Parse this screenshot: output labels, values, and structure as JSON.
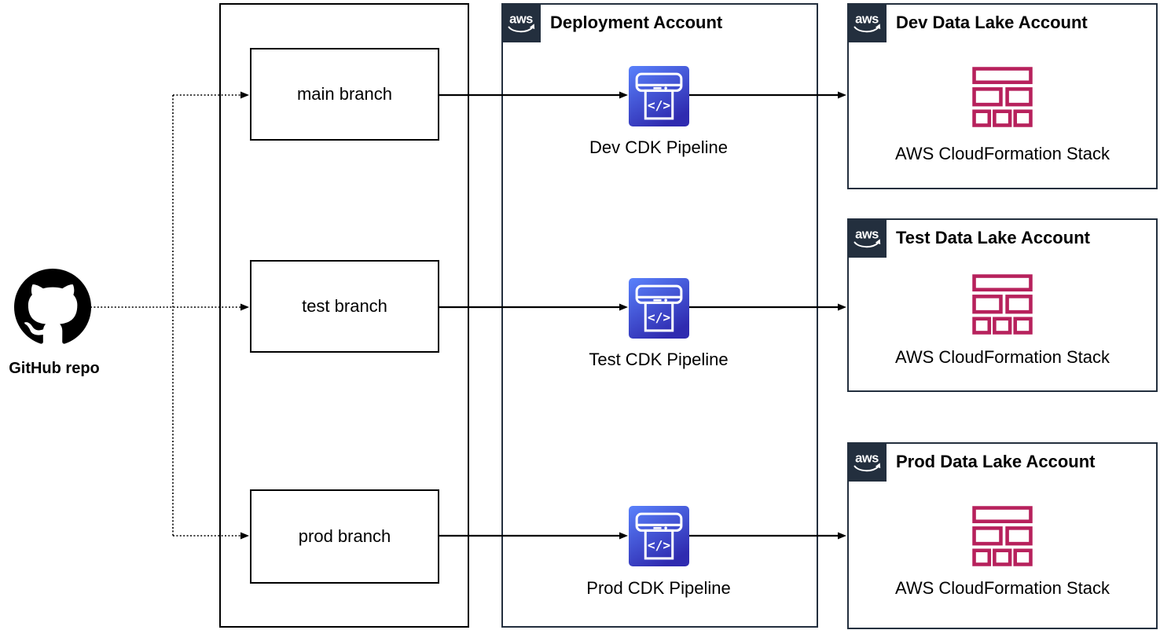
{
  "aws_logo_text": "aws",
  "github": {
    "label": "GitHub repo"
  },
  "branches": {
    "items": [
      {
        "label": "main branch"
      },
      {
        "label": "test branch"
      },
      {
        "label": "prod branch"
      }
    ]
  },
  "deployment_account": {
    "title": "Deployment Account",
    "pipelines": [
      {
        "caption": "Dev CDK Pipeline",
        "code_glyph": "</>"
      },
      {
        "caption": "Test CDK Pipeline",
        "code_glyph": "</>"
      },
      {
        "caption": "Prod CDK Pipeline",
        "code_glyph": "</>"
      }
    ]
  },
  "data_lake_accounts": [
    {
      "title": "Dev Data Lake Account",
      "stack_caption": "AWS CloudFormation Stack"
    },
    {
      "title": "Test Data Lake Account",
      "stack_caption": "AWS CloudFormation Stack"
    },
    {
      "title": "Prod Data Lake Account",
      "stack_caption": "AWS CloudFormation Stack"
    }
  ],
  "colors": {
    "aws_dark_navy": "#232F3E",
    "cdk_blue_light": "#5A82FC",
    "cdk_blue_dark": "#2F2BB0",
    "cloudformation_pink": "#B7215C",
    "line_black": "#000000"
  }
}
